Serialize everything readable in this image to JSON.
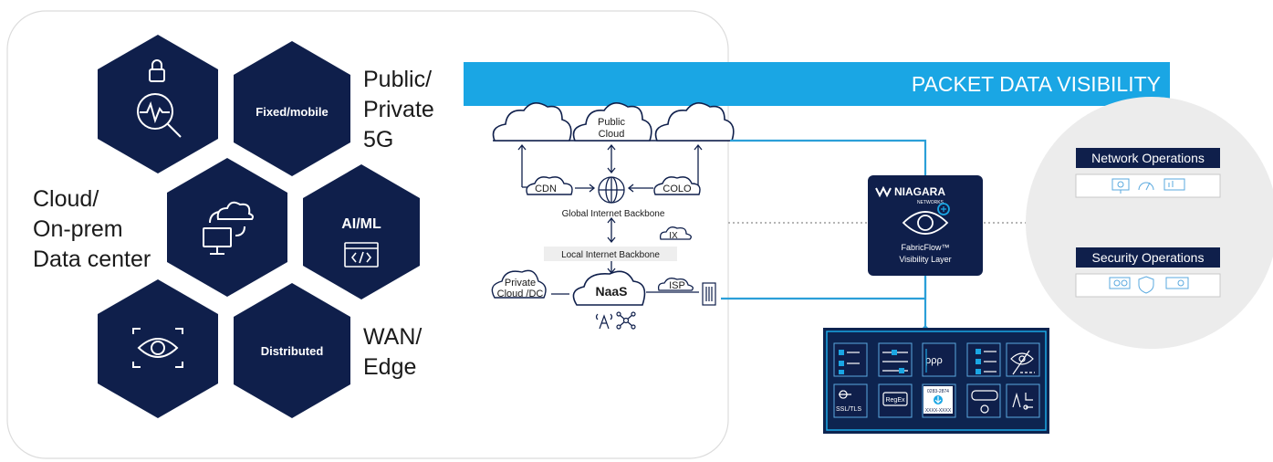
{
  "banner": {
    "title": "PACKET DATA VISIBILITY"
  },
  "hexes": {
    "fixed_mobile": "Fixed/mobile",
    "ai_ml": "AI/ML",
    "distributed": "Distributed"
  },
  "side_labels": {
    "public_private": [
      "Public/",
      "Private",
      "5G"
    ],
    "cloud_onprem": [
      "Cloud/",
      "On-prem",
      "Data center"
    ],
    "wan_edge": [
      "WAN/",
      "Edge"
    ]
  },
  "network": {
    "public_cloud": [
      "Public",
      "Cloud"
    ],
    "cdn": "CDN",
    "colo": "COLO",
    "global_backbone": "Global Internet Backbone",
    "ix": "IX",
    "local_backbone": "Local Internet Backbone",
    "private_cloud": [
      "Private",
      "Cloud /DC"
    ],
    "naas": "NaaS",
    "isp": "ISP"
  },
  "niagara": {
    "logo": "NIAGARA",
    "logo_sub": "NETWORKS",
    "product": [
      "FabricFlow™",
      "Visibility Layer"
    ]
  },
  "tools": {
    "ssl": "SSL/TLS",
    "regex": "RegEx",
    "masking_top": "0283-2874",
    "masking_bottom": "XXXX-XXXX"
  },
  "operations": {
    "network": "Network Operations",
    "security": "Security Operations"
  },
  "colors": {
    "navy": "#0f1f4b",
    "cyan": "#1aa6e4",
    "line": "#2b9fd8",
    "gray_circle": "#ececec"
  }
}
